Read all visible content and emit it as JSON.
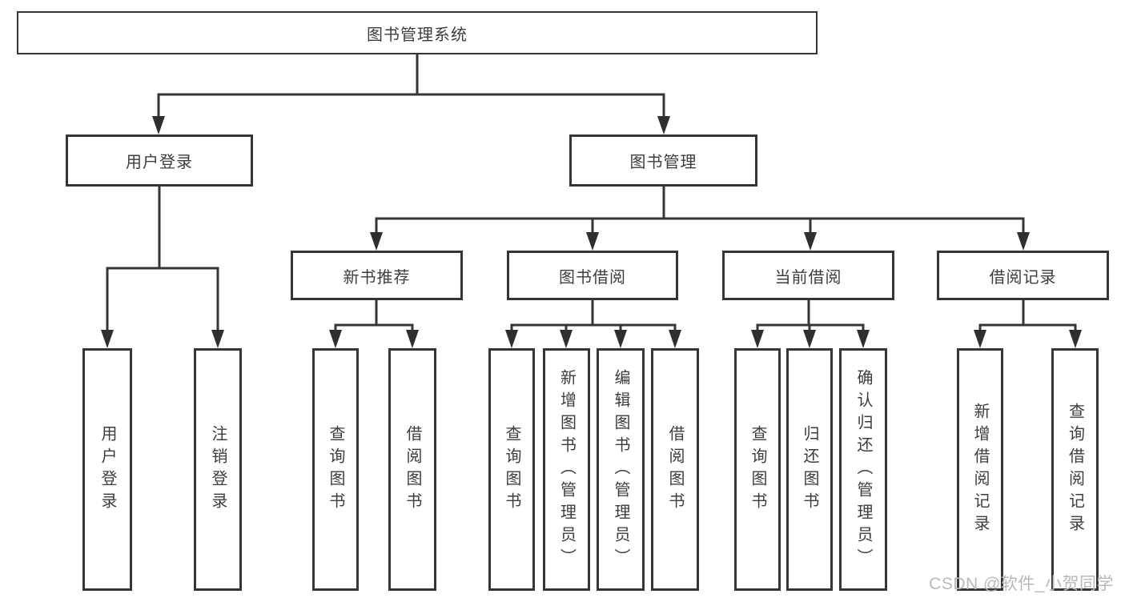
{
  "diagram": {
    "root": {
      "label": "图书管理系统"
    },
    "level1": [
      {
        "label": "用户登录"
      },
      {
        "label": "图书管理"
      }
    ],
    "level2": [
      {
        "label": "新书推荐"
      },
      {
        "label": "图书借阅"
      },
      {
        "label": "当前借阅"
      },
      {
        "label": "借阅记录"
      }
    ],
    "leaves": [
      {
        "label": "用户登录",
        "parent": "用户登录"
      },
      {
        "label": "注销登录",
        "parent": "用户登录"
      },
      {
        "label": "查询图书",
        "parent": "新书推荐"
      },
      {
        "label": "借阅图书",
        "parent": "新书推荐"
      },
      {
        "label": "查询图书",
        "parent": "图书借阅"
      },
      {
        "label": "新增图书（管理员）",
        "parent": "图书借阅"
      },
      {
        "label": "编辑图书（管理员）",
        "parent": "图书借阅"
      },
      {
        "label": "借阅图书",
        "parent": "图书借阅"
      },
      {
        "label": "查询图书",
        "parent": "当前借阅"
      },
      {
        "label": "归还图书",
        "parent": "当前借阅"
      },
      {
        "label": "确认归还（管理员）",
        "parent": "当前借阅"
      },
      {
        "label": "新增借阅记录",
        "parent": "借阅记录"
      },
      {
        "label": "查询借阅记录",
        "parent": "借阅记录"
      }
    ],
    "colors": {
      "line": "#363636",
      "text": "#3d3d3d",
      "background": "#ffffff",
      "watermark_text": "#b9b9b9"
    }
  },
  "watermark": {
    "text": "CSDN @软件_小贺同学"
  }
}
